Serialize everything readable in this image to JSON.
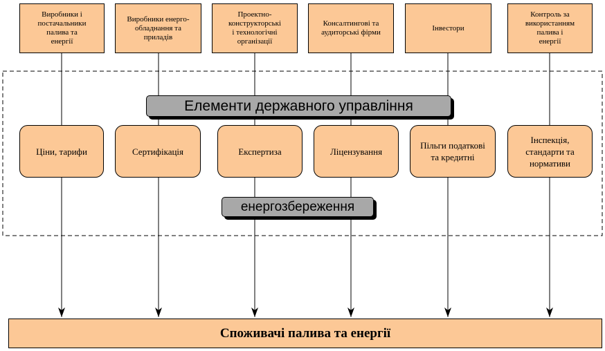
{
  "diagram": {
    "participants": [
      {
        "id": "producers",
        "label": "Виробники і\nпостачальники\nпалива та\nенергії"
      },
      {
        "id": "equipment",
        "label": "Виробники енерго-\nобладнання та\nприладів"
      },
      {
        "id": "design",
        "label": "Проектно-\nконструкторські\nі технологічні\nорганізації"
      },
      {
        "id": "consulting",
        "label": "Консалтингові та\nаудиторські фірми"
      },
      {
        "id": "investors",
        "label": "Інвестори"
      },
      {
        "id": "control",
        "label": "Контроль за\nвикористанням\nпалива і\nенергії"
      }
    ],
    "heading_top": "Елементи державного управління",
    "heading_bottom": "енергозбереження",
    "elements": [
      {
        "id": "prices",
        "label": "Ціни, тарифи"
      },
      {
        "id": "certification",
        "label": "Сертифікація"
      },
      {
        "id": "expertise",
        "label": "Експертиза"
      },
      {
        "id": "licensing",
        "label": "Ліцензування"
      },
      {
        "id": "benefits",
        "label": "Пільги податкові\nта кредитні"
      },
      {
        "id": "inspection",
        "label": "Інспекція,\nстандарти та\nнормативи"
      }
    ],
    "consumers": "Споживачі палива та енергії",
    "colors": {
      "box_fill": "#fcc896",
      "label_fill": "#a8a8a8",
      "line": "#000000"
    }
  }
}
